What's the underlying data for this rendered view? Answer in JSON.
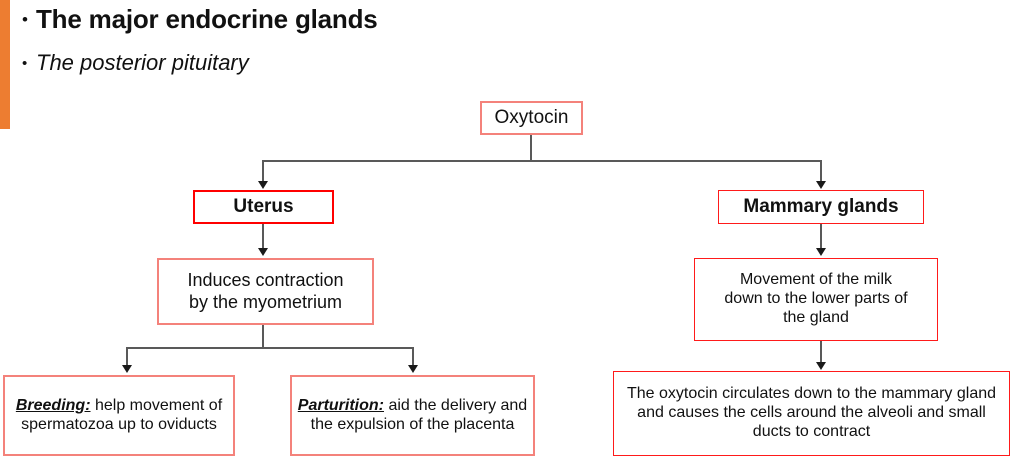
{
  "slide": {
    "accent_color": "#ED7D31",
    "bullets": [
      {
        "marker": "•",
        "text": "The major endocrine glands",
        "style": "bold"
      },
      {
        "marker": "•",
        "text": "The posterior pituitary",
        "style": "italic"
      }
    ]
  },
  "flowchart": {
    "border_color_salmon": "#F4827B",
    "border_color_red": "#FF0000",
    "connector_color": "#595959",
    "nodes": {
      "oxytocin": {
        "label": "Oxytocin"
      },
      "uterus": {
        "label": "Uterus"
      },
      "mammary_glands": {
        "label": "Mammary glands"
      },
      "induces_contraction": {
        "line1": "Induces contraction",
        "line2": "by the myometrium"
      },
      "movement_of_milk": {
        "line1": "Movement of the milk",
        "line2": "down to the lower parts of",
        "line3": "the gland"
      },
      "breeding": {
        "lead": "Breeding:",
        "rest": " help movement of spermatozoa  up to oviducts"
      },
      "parturition": {
        "lead": "Parturition:",
        "rest": " aid the delivery and the expulsion of the placenta"
      },
      "oxytocin_circulates": {
        "text": "The oxytocin circulates down to the mammary gland and causes the cells around the alveoli and small ducts to contract"
      }
    }
  }
}
